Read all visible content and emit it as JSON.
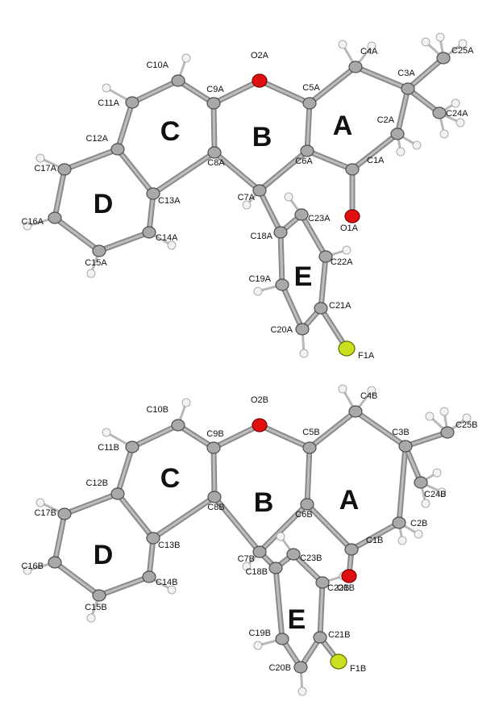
{
  "molecules": [
    {
      "ring_labels": [
        "A",
        "B",
        "C",
        "D",
        "E"
      ],
      "atom_labels": [
        "C1A",
        "C2A",
        "C3A",
        "C4A",
        "C5A",
        "C6A",
        "C7A",
        "C8A",
        "C9A",
        "C10A",
        "C11A",
        "C12A",
        "C13A",
        "C14A",
        "C15A",
        "C16A",
        "C17A",
        "C18A",
        "C19A",
        "C20A",
        "C21A",
        "C22A",
        "C23A",
        "C24A",
        "C25A",
        "O1A",
        "O2A",
        "F1A"
      ]
    },
    {
      "ring_labels": [
        "A",
        "B",
        "C",
        "D",
        "E"
      ],
      "atom_labels": [
        "C1B",
        "C2B",
        "C3B",
        "C4B",
        "C5B",
        "C6B",
        "C7B",
        "C8B",
        "C9B",
        "C10B",
        "C11B",
        "C12B",
        "C13B",
        "C14B",
        "C15B",
        "C16B",
        "C17B",
        "C18B",
        "C19B",
        "C20B",
        "C21B",
        "C22B",
        "C23B",
        "C24B",
        "C25B",
        "O1B",
        "O2B",
        "F1B"
      ]
    }
  ],
  "colors": {
    "carbon": "#a9a9a9",
    "oxygen": "#e01010",
    "fluorine": "#c8e020",
    "hydrogen": "#f2f2f2"
  }
}
